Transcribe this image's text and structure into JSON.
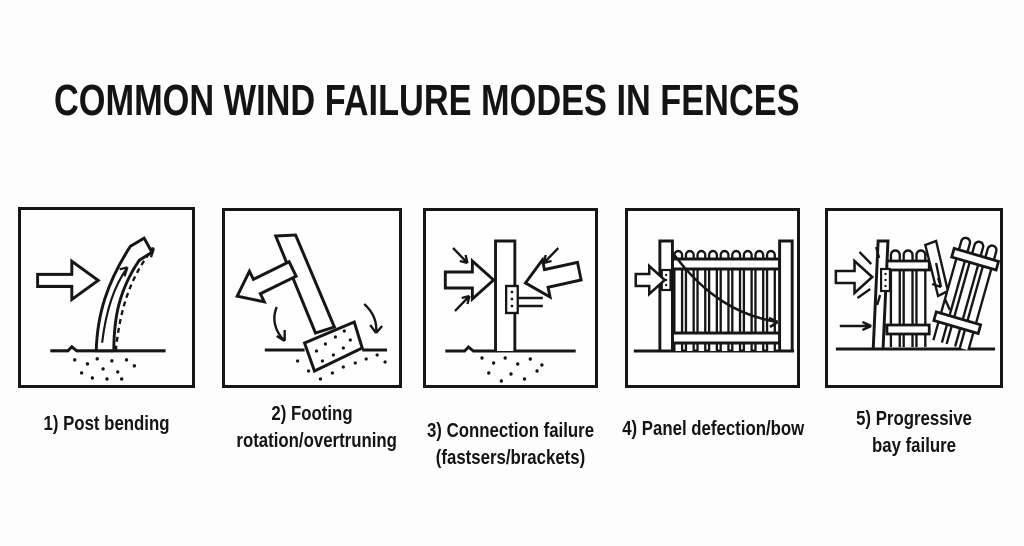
{
  "title": "COMMON WIND FAILURE MODES IN FENCES",
  "colors": {
    "ink": "#161616",
    "background": "#fdfdfd",
    "shape_fill": "#ffffff"
  },
  "panels": [
    {
      "id": "post-bending",
      "illustration": "bent-post-with-wind-arrow-illustration",
      "caption_lines": [
        "1) Post bending",
        ""
      ]
    },
    {
      "id": "footing-rotation",
      "illustration": "overturning-footing-with-wind-arrow-illustration",
      "caption_lines": [
        "2) Footing",
        "rotation/overtruning"
      ]
    },
    {
      "id": "connection-failure",
      "illustration": "post-bracket-with-converging-arrows-illustration",
      "caption_lines": [
        "3) Connection failure",
        "(fastsers/brackets)"
      ]
    },
    {
      "id": "panel-deflection",
      "illustration": "fence-panel-with-bow-curve-illustration",
      "caption_lines": [
        "4) Panel defection/bow",
        ""
      ]
    },
    {
      "id": "progressive-bay-failure",
      "illustration": "collapsing-fence-bays-illustration",
      "caption_lines": [
        "5) Progressive",
        "bay failure"
      ]
    }
  ]
}
